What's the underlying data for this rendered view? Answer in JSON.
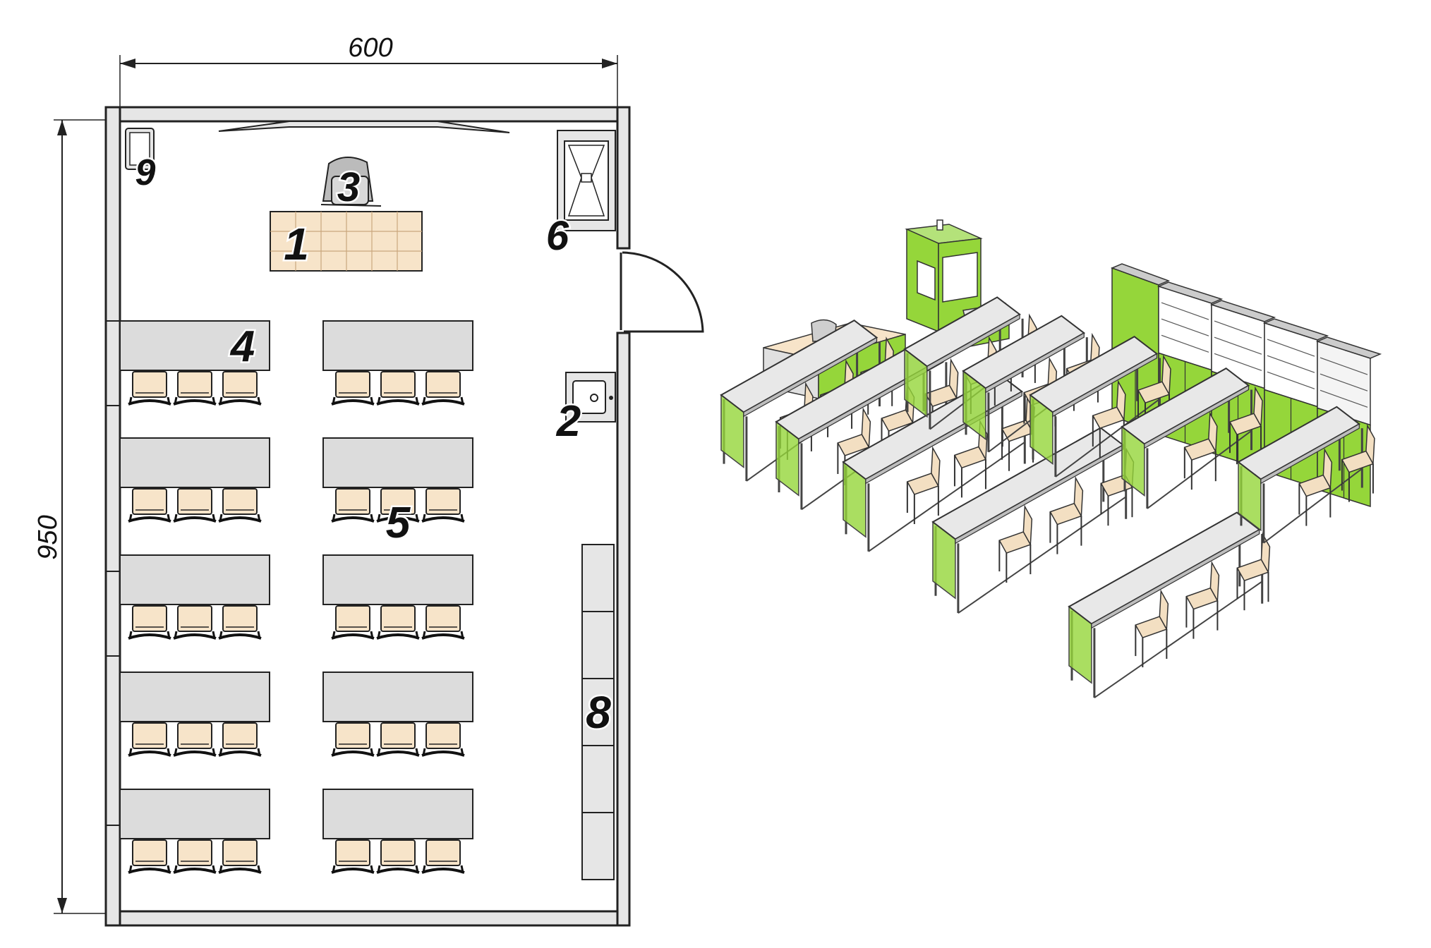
{
  "plan": {
    "dimension_width": "600",
    "dimension_height": "950",
    "labels": {
      "teacher_desk": "1",
      "sink": "2",
      "teacher_chair": "3",
      "student_desk": "4",
      "student_chairs": "5",
      "fume_hood": "6",
      "storage_cabinets": "8",
      "wall_unit": "9"
    }
  },
  "colors": {
    "wall": "#e6e6e6",
    "desk": "#dcdcdc",
    "chair": "#f7e4c9",
    "green": "#95d63a",
    "outline": "#222222"
  }
}
